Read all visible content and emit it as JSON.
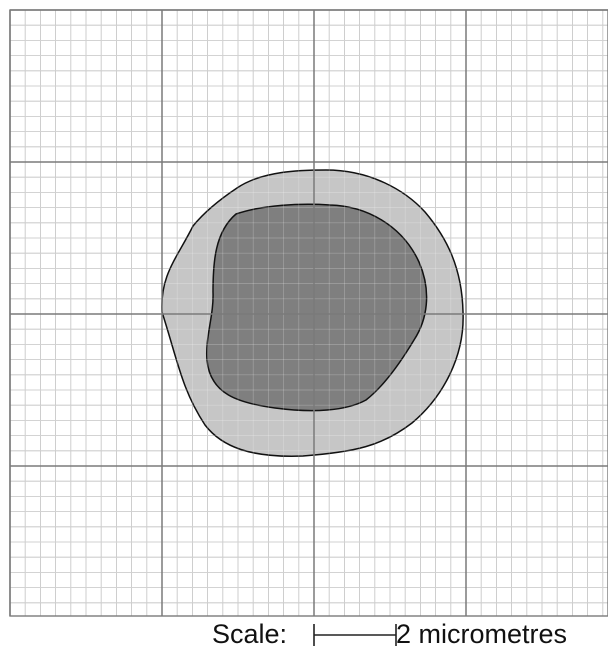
{
  "diagram": {
    "type": "cell-on-grid",
    "grid": {
      "major_divisions": 4,
      "minor_per_major": 10,
      "minor_line_color": "#b3b3b3",
      "major_line_color": "#7a7a7a"
    },
    "cell": {
      "outer_fill": "#c6c6c6",
      "inner_fill": "#7f7f7f",
      "outline_color": "#111111"
    }
  },
  "scale": {
    "label": "Scale:",
    "value": "2 micrometres"
  }
}
